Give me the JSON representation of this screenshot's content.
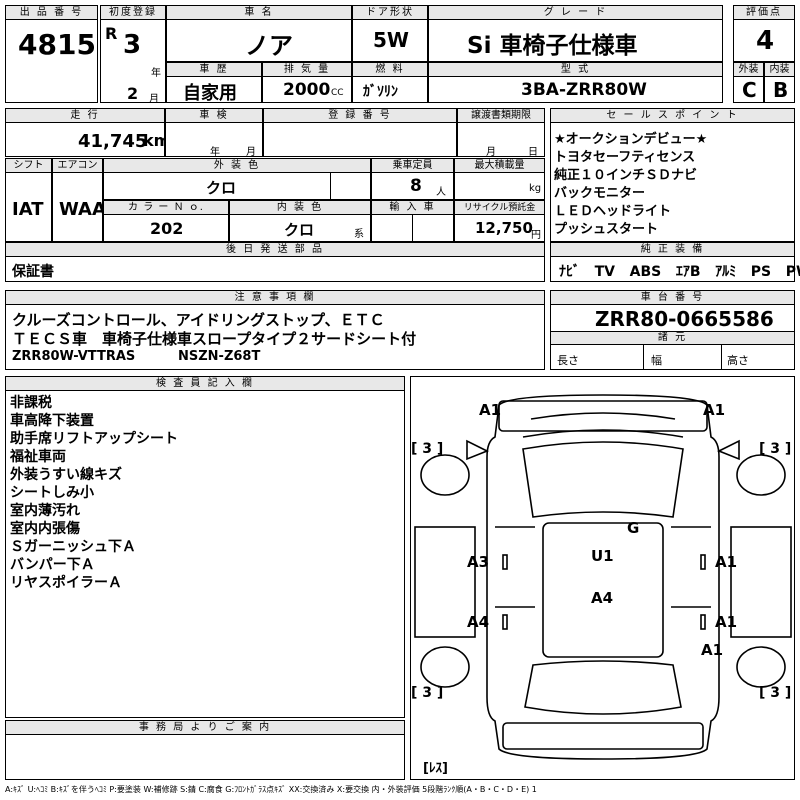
{
  "header": {
    "lot_no_label": "出 品 番 号",
    "lot_no": "4815",
    "first_reg_label": "初度登録",
    "era_prefix": "R",
    "reg_year": "3",
    "year_unit": "年",
    "reg_month": "2",
    "month_unit": "月",
    "car_name_label": "車 名",
    "car_name": "ノア",
    "door_label": "ドア形状",
    "door": "5W",
    "grade_label": "グ レ ー ド",
    "grade": "Si 車椅子仕様車",
    "score_label": "評価点",
    "score": "4",
    "history_label": "車 歴",
    "history": "自家用",
    "displacement_label": "排 気 量",
    "displacement": "2000",
    "cc_unit": "CC",
    "fuel_label": "燃 料",
    "fuel": "ｶﾞｿﾘﾝ",
    "model_label": "型 式",
    "model": "3BA-ZRR80W",
    "exterior_label": "外装",
    "exterior": "C",
    "interior_label": "内装",
    "interior": "B"
  },
  "row2": {
    "mileage_label": "走 行",
    "mileage": "41,745",
    "km_unit": "km",
    "inspection_label": "車 検",
    "year_unit": "年",
    "month_unit": "月",
    "reg_number_label": "登 録 番 号",
    "transfer_label": "譲渡書類期限",
    "month_unit2": "月",
    "day_unit": "日",
    "shift_label": "シフト",
    "shift": "IAT",
    "ac_label": "エアコン",
    "ac": "WAA",
    "color_label": "外 装 色",
    "color": "クロ",
    "capacity_label": "乗車定員",
    "capacity": "8",
    "capacity_unit": "人",
    "load_label": "最大積載量",
    "load_unit": "kg",
    "color_no_label": "カ ラ ー Ｎ ｏ.",
    "color_no": "202",
    "int_color_label": "内 装 色",
    "int_color": "クロ",
    "int_color_suffix": "系",
    "import_label": "輸 入 車",
    "recycle_label": "リサイクル預託金",
    "recycle": "12,750",
    "yen_unit": "円"
  },
  "selling_points": {
    "title": "セ ー ル ス ポ イ ン ト",
    "items": [
      "★オークションデビュー★",
      "トヨタセーフティセンス",
      "純正１０インチＳＤナビ",
      "バックモニター",
      "ＬＥＤヘッドライト",
      "プッシュスタート"
    ]
  },
  "later_parts": {
    "title": "後 日 発 送 部 品",
    "value": "保証書"
  },
  "equipment": {
    "title": "純 正 装 備",
    "items": [
      "ﾅﾋﾞ",
      "TV",
      "ABS",
      "ｴｱB",
      "ｱﾙﾐ",
      "PS",
      "PW"
    ]
  },
  "notes": {
    "title": "注 意 事 項 欄",
    "lines": [
      "クルーズコントロール、アイドリングストップ、ＥＴＣ",
      "ＴＥＣＳ車　車椅子仕様車スロープタイプ２サードシート付"
    ],
    "code1": "ZRR80W-VTTRAS",
    "code2": "NSZN-Z68T"
  },
  "chassis": {
    "title": "車 台 番 号",
    "value": "ZRR80-0665586"
  },
  "dims": {
    "title": "諸 元",
    "length": "長さ",
    "width": "幅",
    "height": "高さ"
  },
  "inspector": {
    "title": "検 査 員 記 入 欄",
    "items": [
      "非課税",
      "車高降下装置",
      "助手席リフトアップシート",
      "福祉車両",
      "外装うすい線キズ",
      "シートしみ小",
      "室内薄汚れ",
      "室内内張傷",
      "Ｓガーニッシュ下Ａ",
      "バンパー下Ａ",
      "リヤスポイラーＡ"
    ]
  },
  "office": {
    "title": "事 務 局 よ り ご 案 内"
  },
  "diagram": {
    "marks": {
      "a1_fl": "A1",
      "a1_fr": "A1",
      "g": "G",
      "a3": "A3",
      "u1": "U1",
      "a1_mr": "A1",
      "a4_c": "A4",
      "a4_l": "A4",
      "a1_rr": "A1",
      "a1_rb": "A1"
    },
    "tire_tl": "[ 3 ]",
    "tire_tr": "[ 3 ]",
    "tire_bl": "[ 3 ]",
    "tire_br": "[ 3 ]",
    "spare": "[ﾚｽ]"
  },
  "legend": "A:ｷｽﾞ U:ﾍｺﾐ B:ｷｽﾞを伴うﾍｺﾐ P:要塗装 W:補修跡 S:錆 C:腐食 G:ﾌﾛﾝﾄｶﾞﾗｽ点ｷｽﾞ XX:交換済み X:要交換 内・外装評価 5段階ﾗﾝｸ順(A・B・C・D・E) 1"
}
